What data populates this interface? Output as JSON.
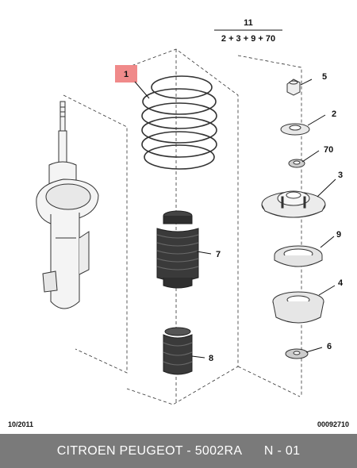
{
  "diagram": {
    "assembly_ref": "11",
    "assembly_formula": "2 + 3 + 9 + 70",
    "callouts": {
      "spring": "1",
      "seat_cup": "2",
      "top_mount": "3",
      "lower_cup": "4",
      "nut": "5",
      "washer": "6",
      "dust_boot": "7",
      "bump_stop": "8",
      "bearing": "9",
      "small_washer": "70"
    }
  },
  "footer": {
    "date": "10/2011",
    "code": "00092710",
    "caption": "CITROEN PEUGEOT - 5002RA      N - 01"
  },
  "colors": {
    "highlight": "#f08a8a",
    "caption_bar": "#7a7a7a"
  }
}
